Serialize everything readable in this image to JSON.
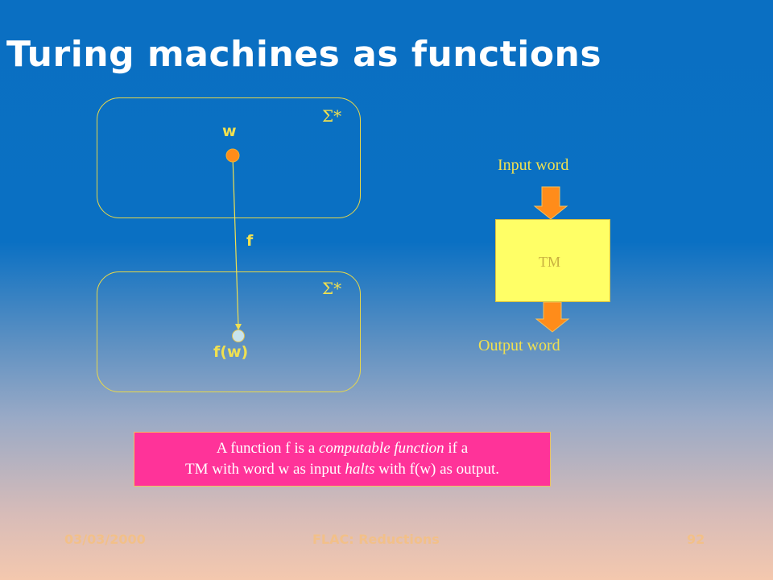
{
  "title": "Turing machines as functions",
  "diagram": {
    "top_set": {
      "symbol": "Σ*",
      "element": "w"
    },
    "bottom_set": {
      "symbol": "Σ*",
      "element": "f(w)"
    },
    "mapping_label": "f",
    "machine": {
      "label": "TM",
      "input": "Input word",
      "output": "Output word"
    },
    "colors": {
      "line": "#f0e050",
      "dot_source": "#ff8c1a",
      "dot_target": "#c8e4ee",
      "arrow": "#ff8c1a",
      "tm_box": "#ffff66",
      "definition_bg": "#ff3399"
    }
  },
  "definition": {
    "line1_before": "A function f is a ",
    "line1_em": "computable function",
    "line1_after": " if a",
    "line2_before": "TM with word w as input ",
    "line2_em": "halts",
    "line2_after": " with f(w) as output."
  },
  "footer": {
    "date": "03/03/2000",
    "course": "FLAC: Reductions",
    "page": "92"
  }
}
